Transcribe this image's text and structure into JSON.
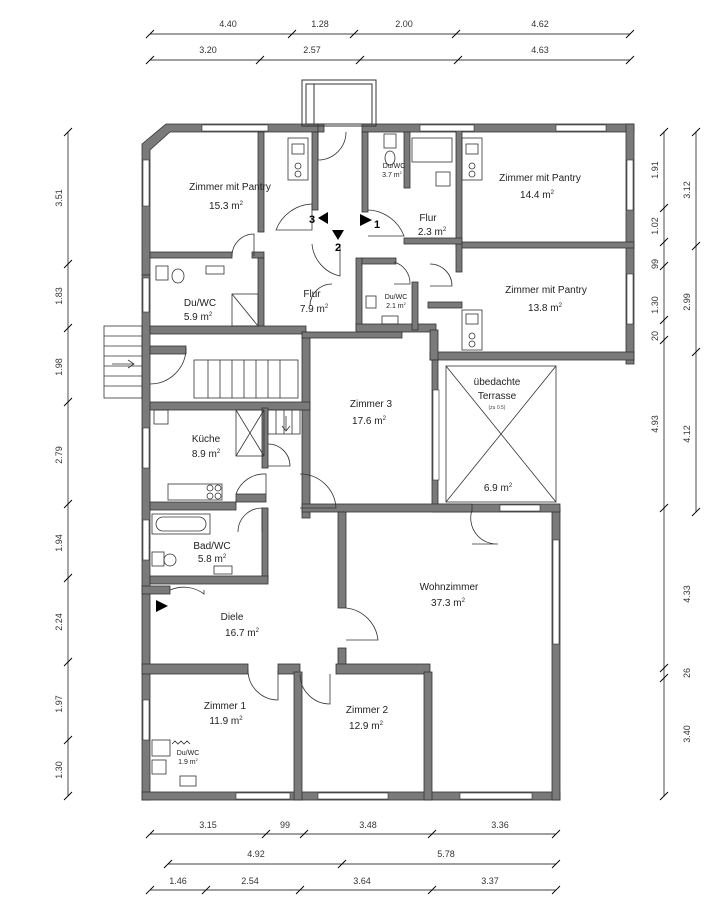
{
  "dimensions": {
    "top_row1": [
      "4.40",
      "1.28",
      "2.00",
      "4.62"
    ],
    "top_row2": [
      "3.20",
      "2.57",
      "4.63"
    ],
    "left": [
      "3.51",
      "1.83",
      "1.98",
      "2.79",
      "1.94",
      "2.24",
      "1.97",
      "1.30"
    ],
    "right_inner": [
      "1.91",
      "1.02",
      "99",
      "1.30",
      "20",
      "4.93",
      "4.33",
      "26",
      "3.40"
    ],
    "right_outer": [
      "3.12",
      "2.99",
      "4.12"
    ],
    "bottom_row1": [
      "3.15",
      "99",
      "3.48",
      "3.36"
    ],
    "bottom_row2": [
      "4.92",
      "5.78"
    ],
    "bottom_row3": [
      "1.46",
      "2.54",
      "3.64",
      "3.37"
    ]
  },
  "rooms": {
    "zimmer_pantry_left": {
      "name": "Zimmer mit Pantry",
      "area": "15.3 m"
    },
    "du_wc_top": {
      "name": "Du/WC",
      "area": "3.7 m"
    },
    "zimmer_pantry_right_top": {
      "name": "Zimmer mit Pantry",
      "area": "14.4 m"
    },
    "flur_right": {
      "name": "Flur",
      "area": "2.3 m"
    },
    "du_wc_left": {
      "name": "Du/WC",
      "area": "5.9 m"
    },
    "flur_mid": {
      "name": "Flur",
      "area": "7.9 m"
    },
    "du_wc_mid": {
      "name": "Du/WC",
      "area": "2.1 m"
    },
    "zimmer_pantry_right_mid": {
      "name": "Zimmer mit Pantry",
      "area": "13.8 m"
    },
    "zimmer3": {
      "name": "Zimmer 3",
      "area": "17.6 m"
    },
    "terrasse": {
      "name_line1": "übedachte",
      "name_line2": "Terrasse",
      "note": "(zu 0.5)",
      "area": "6.9 m"
    },
    "kueche": {
      "name": "Küche",
      "area": "8.9 m"
    },
    "bad_wc": {
      "name": "Bad/WC",
      "area": "5.8 m"
    },
    "wohnzimmer": {
      "name": "Wohnzimmer",
      "area": "37.3 m"
    },
    "diele": {
      "name": "Diele",
      "area": "16.7 m"
    },
    "zimmer1": {
      "name": "Zimmer 1",
      "area": "11.9 m"
    },
    "zimmer2": {
      "name": "Zimmer 2",
      "area": "12.9 m"
    },
    "du_wc_small": {
      "name": "Du/WC",
      "area": "1.9 m"
    }
  },
  "superscript": "2",
  "markers": [
    "3",
    "2",
    "1"
  ],
  "colors": {
    "wall": "#7a7a7a",
    "wall_edge": "#333333",
    "window": "#ffffff",
    "line": "#000000"
  }
}
